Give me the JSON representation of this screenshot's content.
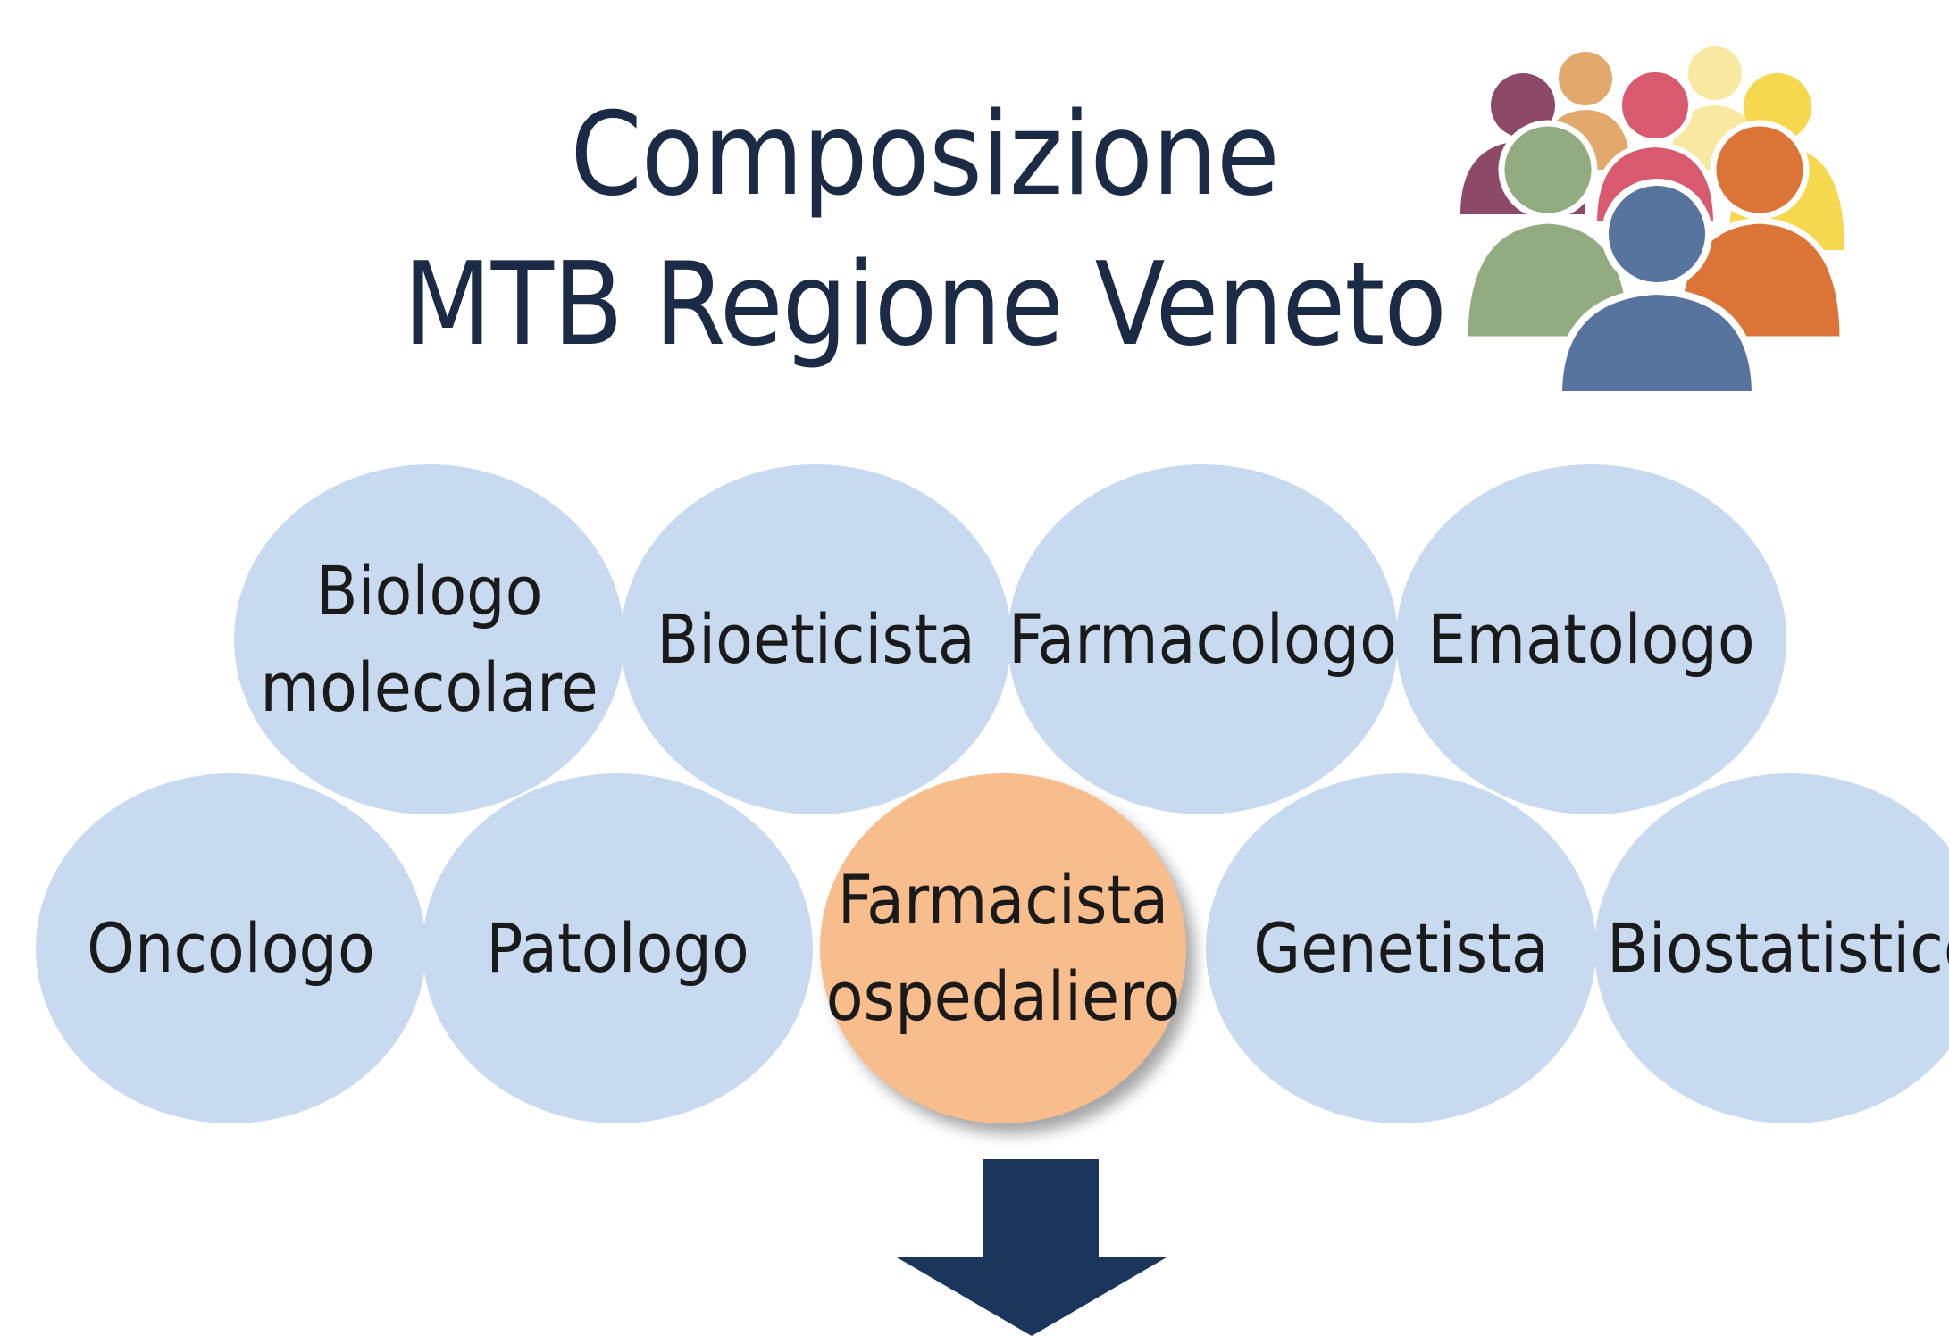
{
  "title": {
    "line1": "Composizione",
    "line2": "MTB Regione Veneto"
  },
  "icon": "people-group-icon",
  "colors": {
    "title": "#1b2b45",
    "circle": "#c8daf0",
    "highlight": "#f7bd8d",
    "arrow": "#1b365d"
  },
  "roles": {
    "top": [
      {
        "line1": "Biologo",
        "line2": "molecolare"
      },
      {
        "line1": "Bioeticista"
      },
      {
        "line1": "Farmacologo"
      },
      {
        "line1": "Ematologo"
      }
    ],
    "bottom": [
      {
        "line1": "Oncologo"
      },
      {
        "line1": "Patologo"
      },
      {
        "line1": "Farmacista",
        "line2": "ospedaliero",
        "highlighted": true
      },
      {
        "line1": "Genetista"
      },
      {
        "line1": "Biostatistico"
      }
    ]
  }
}
